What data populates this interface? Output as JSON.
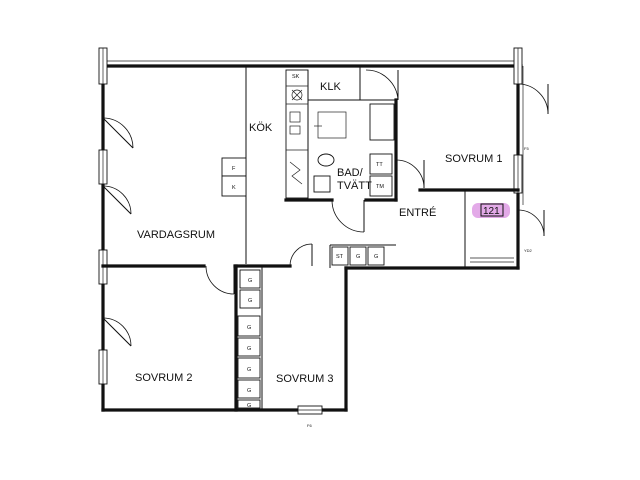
{
  "rooms": {
    "klk": "KLK",
    "kok": "KÖK",
    "sovrum1": "SOVRUM 1",
    "bad_line1": "BAD/",
    "bad_line2": "TVÄTT",
    "entre": "ENTRÉ",
    "vardagsrum": "VARDAGSRUM",
    "sovrum2": "SOVRUM 2",
    "sovrum3": "SOVRUM 3"
  },
  "apartment_number": "121",
  "fixtures": {
    "kitchen": {
      "sk": "SK",
      "f": "F",
      "k": "K"
    },
    "bathroom": {
      "tt": "TT",
      "tm": "TM"
    },
    "hall_closets": {
      "st": "ST",
      "g1": "G",
      "g2": "G"
    },
    "bedroom_closets": [
      "G",
      "G",
      "G",
      "G",
      "G",
      "G",
      "G"
    ]
  },
  "window_marks": {
    "f5": "F5",
    "f6": "F6",
    "yd2": "YD2"
  },
  "colors": {
    "ink": "#111111",
    "highlight": "#d98de0",
    "paper": "#ffffff"
  }
}
